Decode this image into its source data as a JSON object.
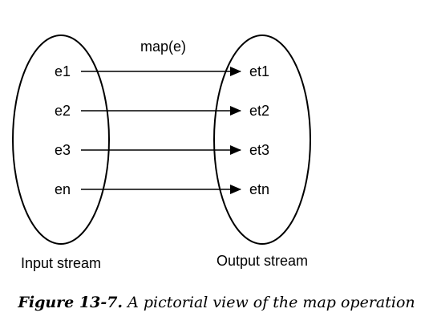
{
  "diagram": {
    "function_label": "map(e)",
    "input_elements": [
      "e1",
      "e2",
      "e3",
      "en"
    ],
    "output_elements": [
      "et1",
      "et2",
      "et3",
      "etn"
    ],
    "input_label": "Input stream",
    "output_label": "Output stream"
  },
  "caption": {
    "figure_number": "Figure 13-7.",
    "text": "A pictorial view of the map operation"
  }
}
